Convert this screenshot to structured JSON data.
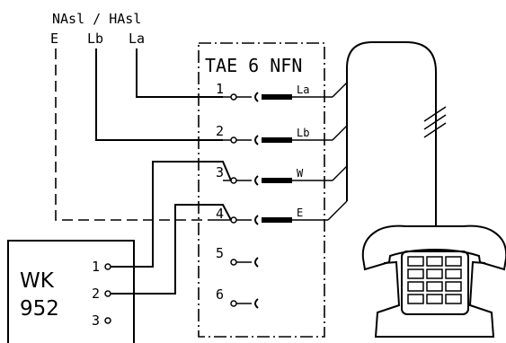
{
  "labels": {
    "header": "NAsl / HAsl",
    "e": "E",
    "lb": "Lb",
    "la": "La",
    "socket_title": "TAE 6 NFN",
    "pin1": "1",
    "pin2": "2",
    "pin3": "3",
    "pin4": "4",
    "pin5": "5",
    "pin6": "6",
    "contact_la": "La",
    "contact_lb": "Lb",
    "contact_w": "W",
    "contact_e": "E",
    "wk_line1": "WK",
    "wk_line2": "952",
    "wk_t1": "1",
    "wk_t2": "2",
    "wk_t3": "3"
  }
}
